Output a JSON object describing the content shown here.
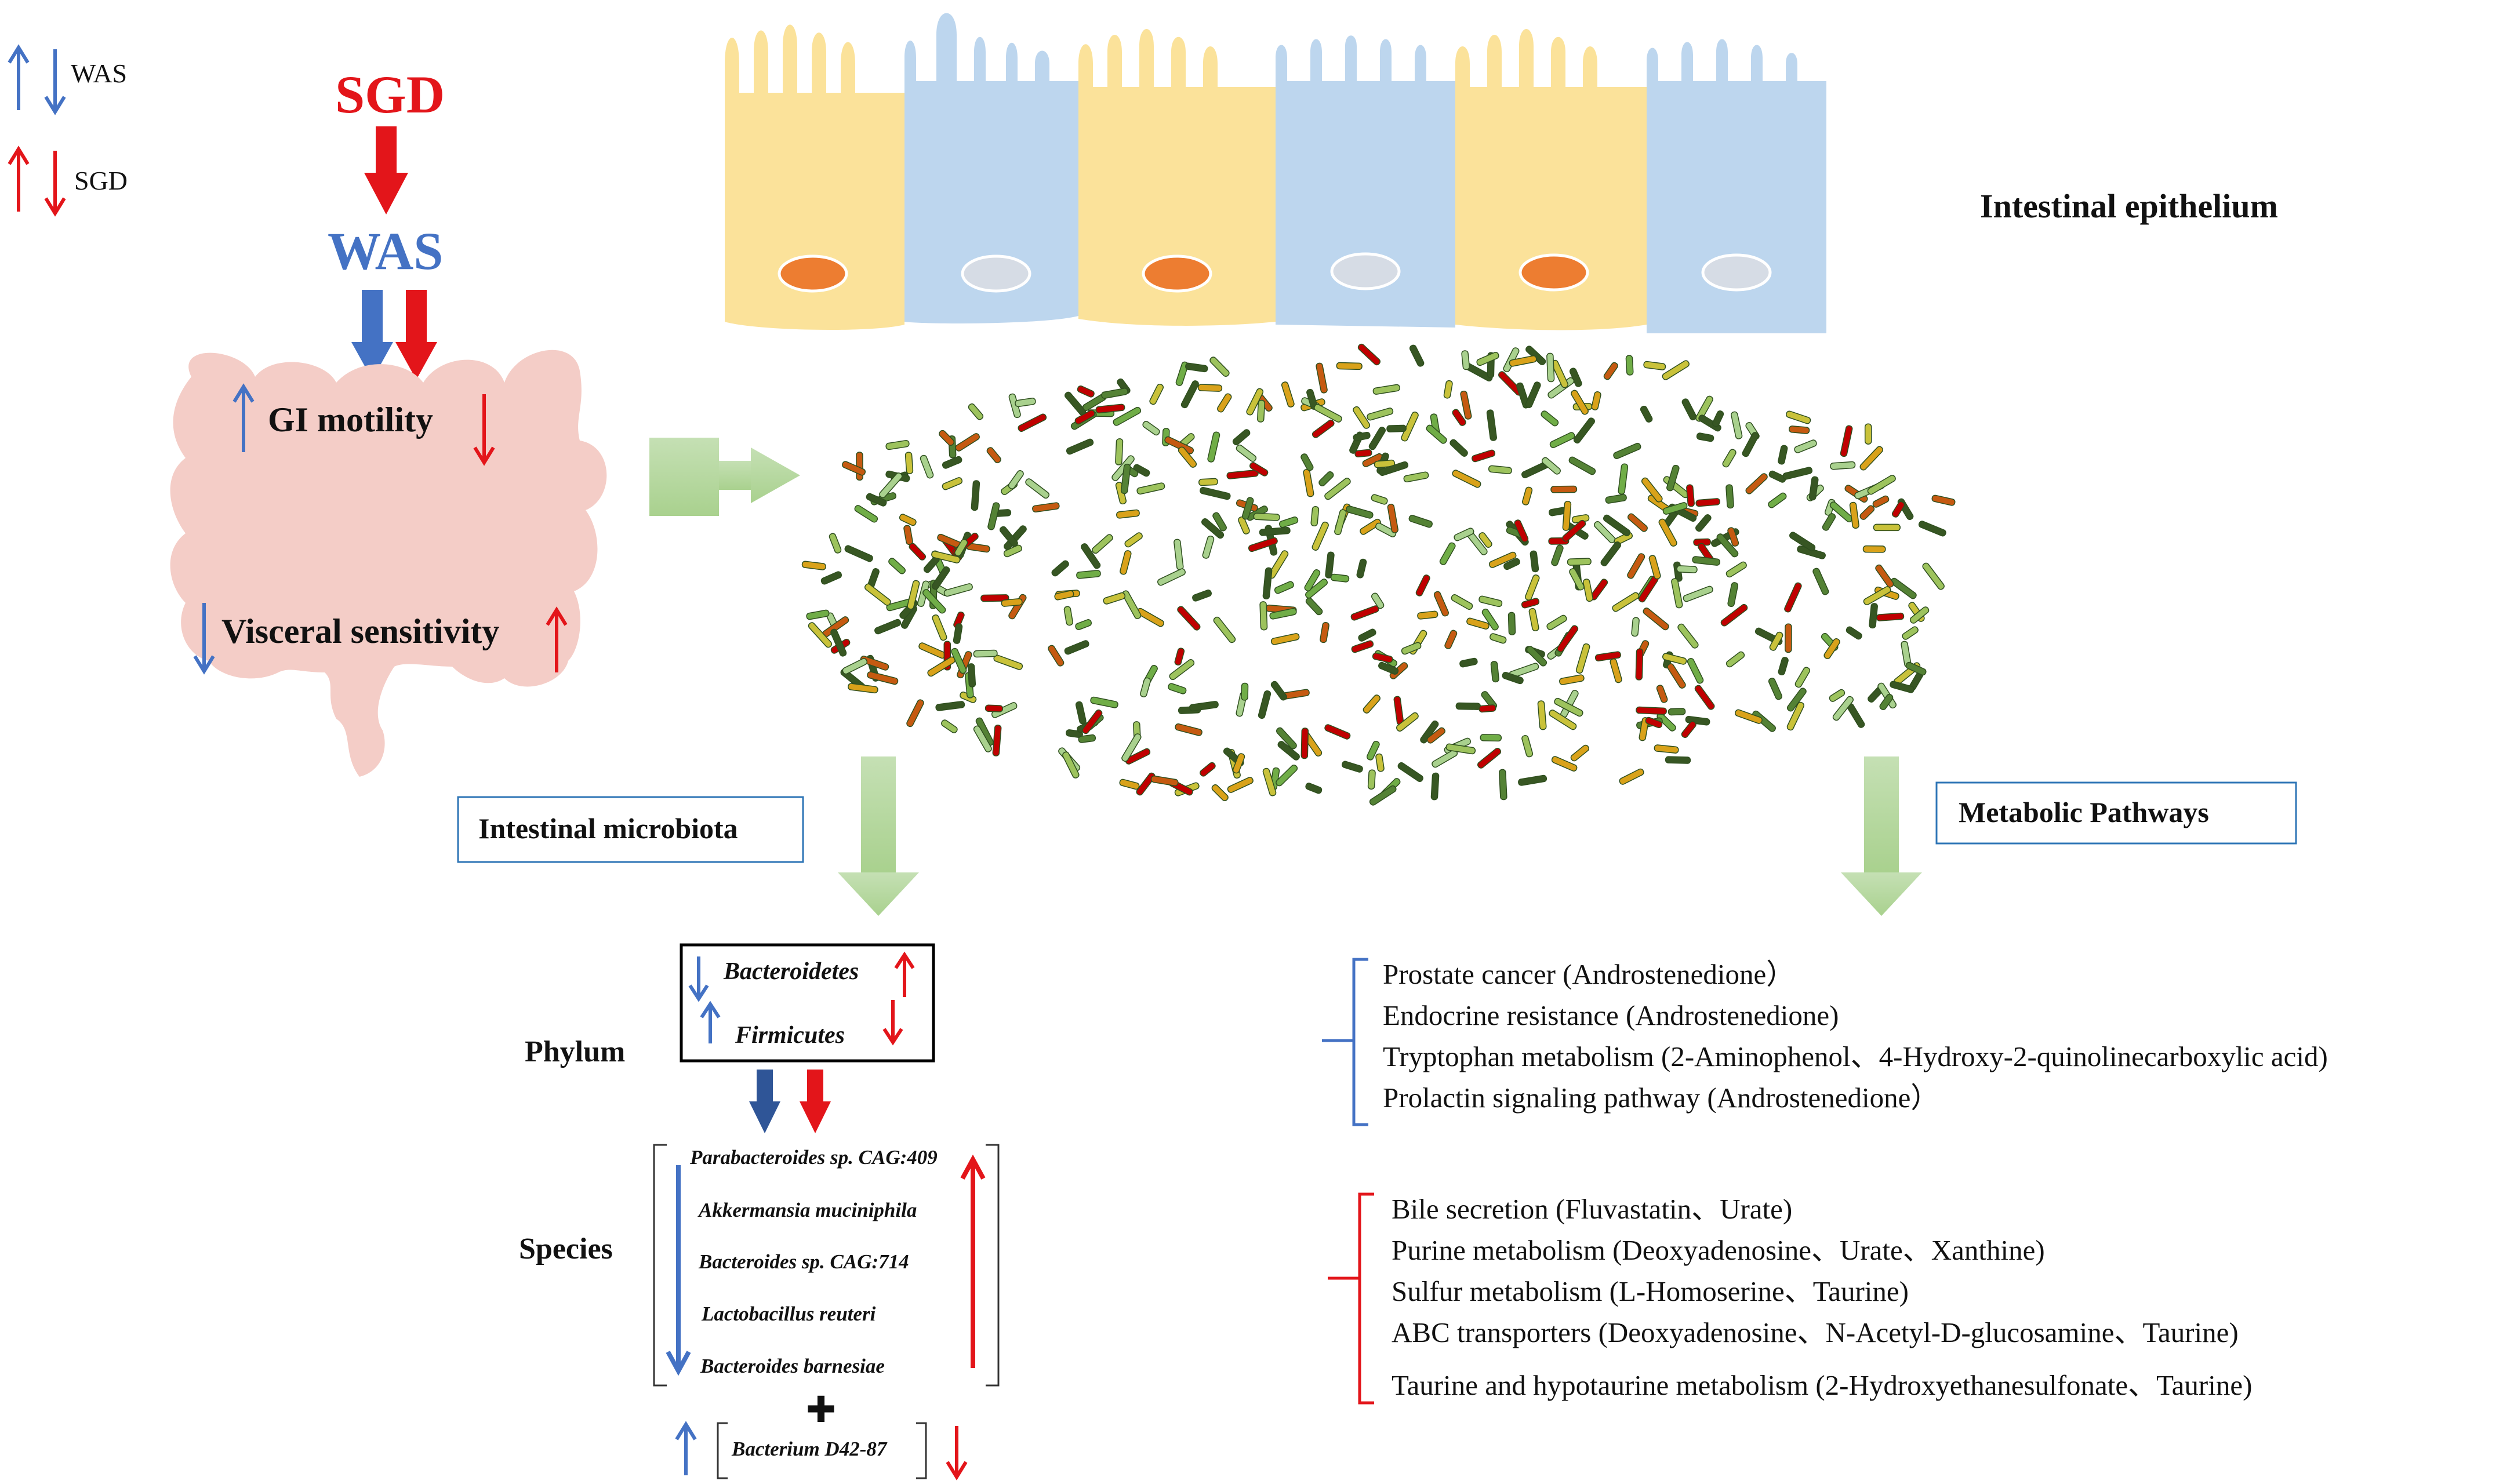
{
  "legend": [
    {
      "label": "WAS",
      "color": "#4472c4"
    },
    {
      "label": "SGD",
      "color": "#e3151a"
    }
  ],
  "treatments": {
    "sgd": "SGD",
    "was": "WAS"
  },
  "colon": {
    "gi_motility": "GI motility",
    "visceral_sensitivity": "Visceral sensitivity"
  },
  "epithelium_label": "Intestinal epithelium",
  "boxes": {
    "microbiota": "Intestinal microbiota",
    "metabolic": "Metabolic Pathways"
  },
  "phylum": {
    "level_label": "Phylum",
    "items": [
      "Bacteroidetes",
      "Firmicutes"
    ]
  },
  "species": {
    "level_label": "Species",
    "items": [
      "Parabacteroides sp. CAG:409",
      "Akkermansia muciniphila",
      "Bacteroides sp. CAG:714",
      "Lactobacillus reuteri",
      "Bacteroides barnesiae"
    ],
    "extra": "Bacterium D42-87",
    "plus_symbol": "✚"
  },
  "pathways_group1": [
    "Prostate cancer (Androstenedione）",
    "Endocrine resistance (Androstenedione)",
    "Tryptophan metabolism (2-Aminophenol、4-Hydroxy-2-quinolinecarboxylic acid)",
    "Prolactin signaling pathway (Androstenedione）"
  ],
  "pathways_group2": [
    "Bile secretion  (Fluvastatin、Urate)",
    "Purine metabolism    (Deoxyadenosine、Urate、Xanthine)",
    "Sulfur metabolism  (L-Homoserine、Taurine)",
    "ABC transporters  (Deoxyadenosine、N-Acetyl-D-glucosamine、Taurine)",
    "Taurine and hypotaurine metabolism (2-Hydroxyethanesulfonate、Taurine)"
  ],
  "colors": {
    "was_blue": "#4472c4",
    "sgd_red": "#e3151a",
    "colon_pink": "#f4cdc7",
    "cell_yellow": "#fbe29a",
    "cell_blue": "#bdd6ee",
    "nucleus_orange": "#ed7d31",
    "nucleus_gray": "#d6dce5",
    "flow_green": "#a9d18e",
    "box_border": "#2e75b6"
  }
}
